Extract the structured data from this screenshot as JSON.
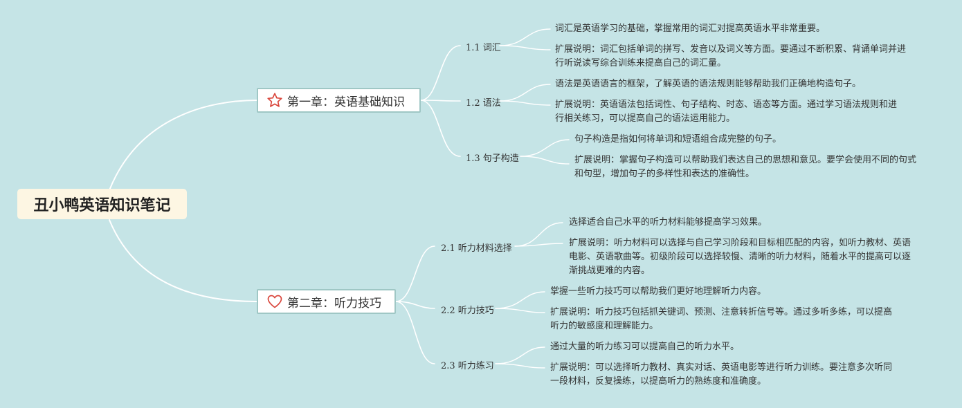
{
  "root": {
    "title": "丑小鸭英语知识笔记"
  },
  "chapters": [
    {
      "title": "第一章：英语基础知识",
      "icon": "star-icon",
      "sections": [
        {
          "title": "1.1 词汇",
          "leaves": [
            "词汇是英语学习的基础，掌握常用的词汇对提高英语水平非常重要。",
            "扩展说明：词汇包括单词的拼写、发音以及词义等方面。要通过不断积累、背诵单词并进行听说读写综合训练来提高自己的词汇量。"
          ]
        },
        {
          "title": "1.2 语法",
          "leaves": [
            "语法是英语语言的框架，了解英语的语法规则能够帮助我们正确地构造句子。",
            "扩展说明：英语语法包括词性、句子结构、时态、语态等方面。通过学习语法规则和进行相关练习，可以提高自己的语法运用能力。"
          ]
        },
        {
          "title": "1.3 句子构造",
          "leaves": [
            "句子构造是指如何将单词和短语组合成完整的句子。",
            "扩展说明：掌握句子构造可以帮助我们表达自己的思想和意见。要学会使用不同的句式和句型，增加句子的多样性和表达的准确性。"
          ]
        }
      ]
    },
    {
      "title": "第二章：听力技巧",
      "icon": "heart-icon",
      "sections": [
        {
          "title": "2.1 听力材料选择",
          "leaves": [
            "选择适合自己水平的听力材料能够提高学习效果。",
            "扩展说明：听力材料可以选择与自己学习阶段和目标相匹配的内容，如听力教材、英语电影、英语歌曲等。初级阶段可以选择较慢、清晰的听力材料，随着水平的提高可以逐渐挑战更难的内容。"
          ]
        },
        {
          "title": "2.2 听力技巧",
          "leaves": [
            "掌握一些听力技巧可以帮助我们更好地理解听力内容。",
            "扩展说明：听力技巧包括抓关键词、预测、注意转折信号等。通过多听多练，可以提高听力的敏感度和理解能力。"
          ]
        },
        {
          "title": "2.3 听力练习",
          "leaves": [
            "通过大量的听力练习可以提高自己的听力水平。",
            "扩展说明：可以选择听力教材、真实对话、英语电影等进行听力训练。要注意多次听同一段材料，反复操练，以提高听力的熟练度和准确度。"
          ]
        }
      ]
    }
  ],
  "colors": {
    "background": "#c5e4e6",
    "root_fill": "#fdf6e3",
    "link": "#ffffff",
    "icon": "#d9453b",
    "chapter_border": "#9fc7c5"
  }
}
